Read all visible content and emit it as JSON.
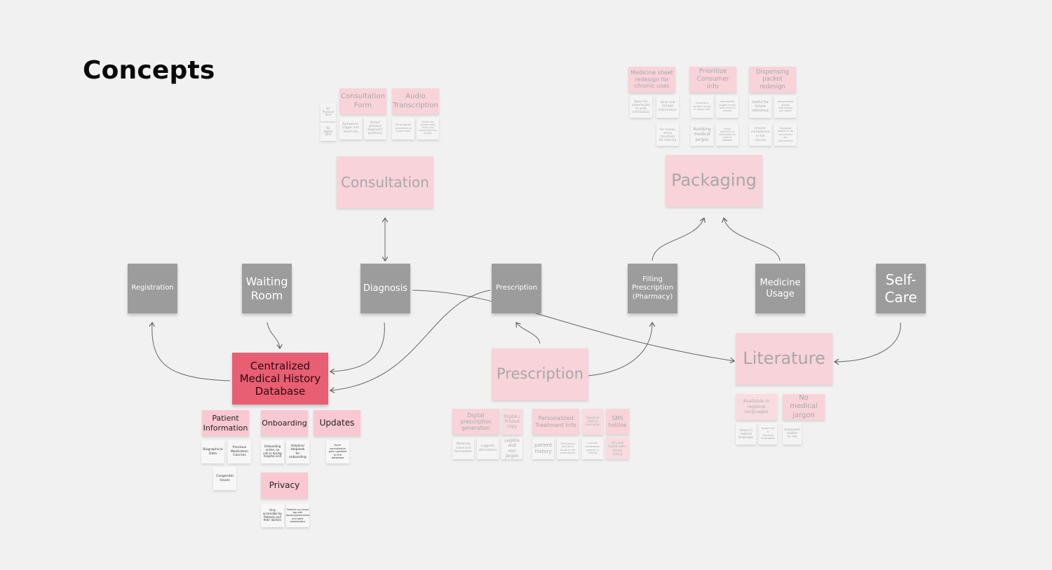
{
  "page": {
    "title": "Concepts"
  },
  "colors": {
    "background": "#f1f1f1",
    "process_gray": "#9c9c9c",
    "central_red": "#e85e72",
    "concept_pink": "#f9c8d2",
    "faded_pink": "#f8d3da",
    "connector": "#555555"
  },
  "process": {
    "registration": "Registration",
    "waiting_room": "Waiting Room",
    "diagnosis": "Diagnosis",
    "prescription": "Prescription",
    "filling": "Filling Prescription (Pharmacy)",
    "medicine_usage": "Medicine Usage",
    "self_care": "Self-Care"
  },
  "central": {
    "label": "Centralized Medical History Database"
  },
  "database_group": {
    "patient_information": "Patient Information",
    "onboarding": "Onboarding",
    "updates": "Updates",
    "privacy": "Privacy",
    "biographical": "Biographical Data",
    "previous_medication": "Previous Medication Courses",
    "congenital": "Congenital Issues",
    "onboarding_online": "Onboarding online, on call or during hospital visit",
    "helpline": "Helpline/ Helpdesk for onboarding",
    "each_consultation": "Each consultation gets updated to the database",
    "only_accessible": "Only accessible by Patients and their doctors",
    "patients_can_share": "Patients can share tap with doctors/pharmacies and other stakeholders"
  },
  "consultation_group": {
    "main": "Consultation",
    "consultation_form": "Consultation Form",
    "audio_transcription": "Audio Transcription",
    "b_physical": "B1 Physical form",
    "b_digital": "B2 Digital form",
    "symptoms": "Symptoms trigger and small info",
    "detect_diagnosis": "Detect previous diagnostic questions",
    "c_left": "Consultation recorded and transcribed",
    "c_right": "Doctor can dictate notes which are transcribed into records"
  },
  "packaging_group": {
    "main": "Packaging",
    "medicine_sheet": "Medicine sheet redesign for chronic uses",
    "prioritize": "Prioritize Consumer info",
    "dispensing": "Dispensing packet redesign",
    "space_pharmacists": "Space for pharmacists to write information",
    "dose_dosage": "dose and dosage information",
    "for_human": "for human errors threshold for tracking",
    "p_b1": "Important content at top in larger font",
    "p_b2": "Information stages levels with icons in sheets",
    "avoiding_jargon": "Avoiding medical jargon",
    "p_b4": "Visual hierarchy of information to make it readable",
    "useful_reference": "Useful for future reference",
    "ensure_compliance": "ensure compliance in full course",
    "personalised": "personalised design information per tablet",
    "p_c4": "Template based on its convenient for pharmacies"
  },
  "prescription_group": {
    "main": "Prescription",
    "digital_generation": "Digital prescription generation",
    "digital_printed": "Digital / Printed copy",
    "personalized": "Personalized Treatment Info",
    "signature": "Signature regional translation",
    "sms_hotline": "SMS hotline",
    "medicine_name": "Medicine name and formulation",
    "suggests": "suggests alternatives",
    "legible": "Legible and non jargon",
    "patient_history": "patient history",
    "time_action": "Time action and other drugs in the prescription",
    "current_medication": "current medication patient is taking",
    "qr_code": "QR code based video library linking"
  },
  "literature_group": {
    "main": "Literature",
    "available_regional": "Available in regional languages",
    "no_jargon": "No medical jargon",
    "videos_regional": "Videos in regional languages",
    "audio_info": "Audio info in regional languages",
    "automated_mailbox": "Automated mailbox for info"
  }
}
